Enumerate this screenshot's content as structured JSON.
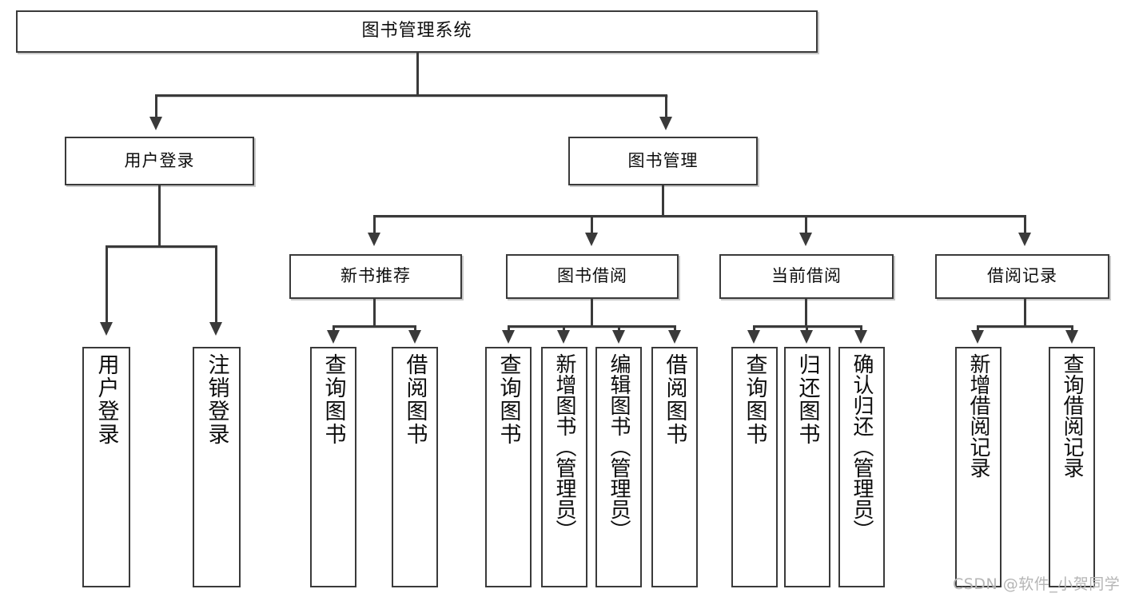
{
  "diagram": {
    "type": "tree",
    "title": "图书管理系统",
    "orientation": "top-down",
    "colors": {
      "box_border": "#3a3a3a",
      "box_fill": "#ffffff",
      "connector": "#3a3a3a",
      "text": "#0d0d0d",
      "watermark": "#b5b5b5"
    },
    "root": {
      "label": "图书管理系统"
    },
    "level2": [
      {
        "label": "用户登录"
      },
      {
        "label": "图书管理"
      }
    ],
    "level3": [
      {
        "label": "新书推荐"
      },
      {
        "label": "图书借阅"
      },
      {
        "label": "当前借阅"
      },
      {
        "label": "借阅记录"
      }
    ],
    "leaves": {
      "user_login": [
        {
          "label": "用户登录"
        },
        {
          "label": "注销登录"
        }
      ],
      "new_book_recommend": [
        {
          "label": "查询图书"
        },
        {
          "label": "借阅图书"
        }
      ],
      "book_borrow": [
        {
          "label": "查询图书"
        },
        {
          "label": "新增图书（管理员）"
        },
        {
          "label": "编辑图书（管理员）"
        },
        {
          "label": "借阅图书"
        }
      ],
      "current_borrow": [
        {
          "label": "查询图书"
        },
        {
          "label": "归还图书"
        },
        {
          "label": "确认归还（管理员）"
        }
      ],
      "borrow_record": [
        {
          "label": "新增借阅记录"
        },
        {
          "label": "查询借阅记录"
        }
      ]
    }
  },
  "watermark": {
    "text": "CSDN @软件_小贺同学"
  }
}
